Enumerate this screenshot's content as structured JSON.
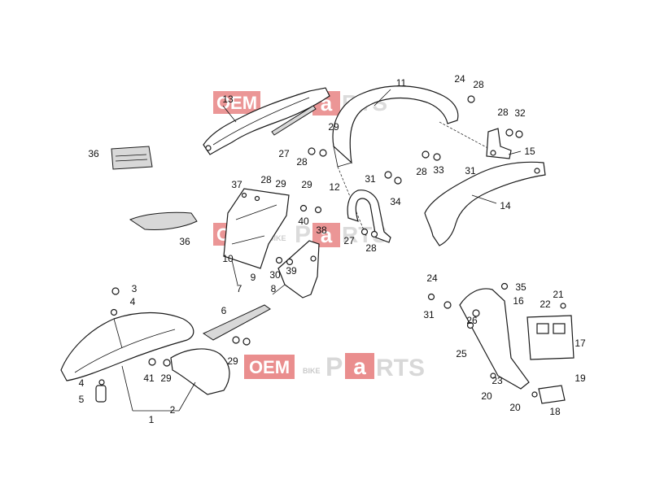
{
  "watermark": {
    "text_left": "OEM",
    "text_small": "BIKE",
    "text_p": "P",
    "text_a": "a",
    "text_right": "RTS",
    "color_red": "#d9534f",
    "color_gray": "#bdbdbd"
  },
  "callouts": [
    "1",
    "2",
    "3",
    "4",
    "4",
    "5",
    "6",
    "7",
    "8",
    "9",
    "10",
    "11",
    "12",
    "13",
    "14",
    "15",
    "16",
    "17",
    "18",
    "19",
    "20",
    "20",
    "21",
    "22",
    "23",
    "24",
    "24",
    "25",
    "26",
    "27",
    "27",
    "28",
    "28",
    "28",
    "28",
    "28",
    "28",
    "29",
    "29",
    "29",
    "29",
    "29",
    "30",
    "31",
    "31",
    "31",
    "32",
    "33",
    "34",
    "35",
    "36",
    "36",
    "37",
    "38",
    "39",
    "40",
    "41"
  ]
}
